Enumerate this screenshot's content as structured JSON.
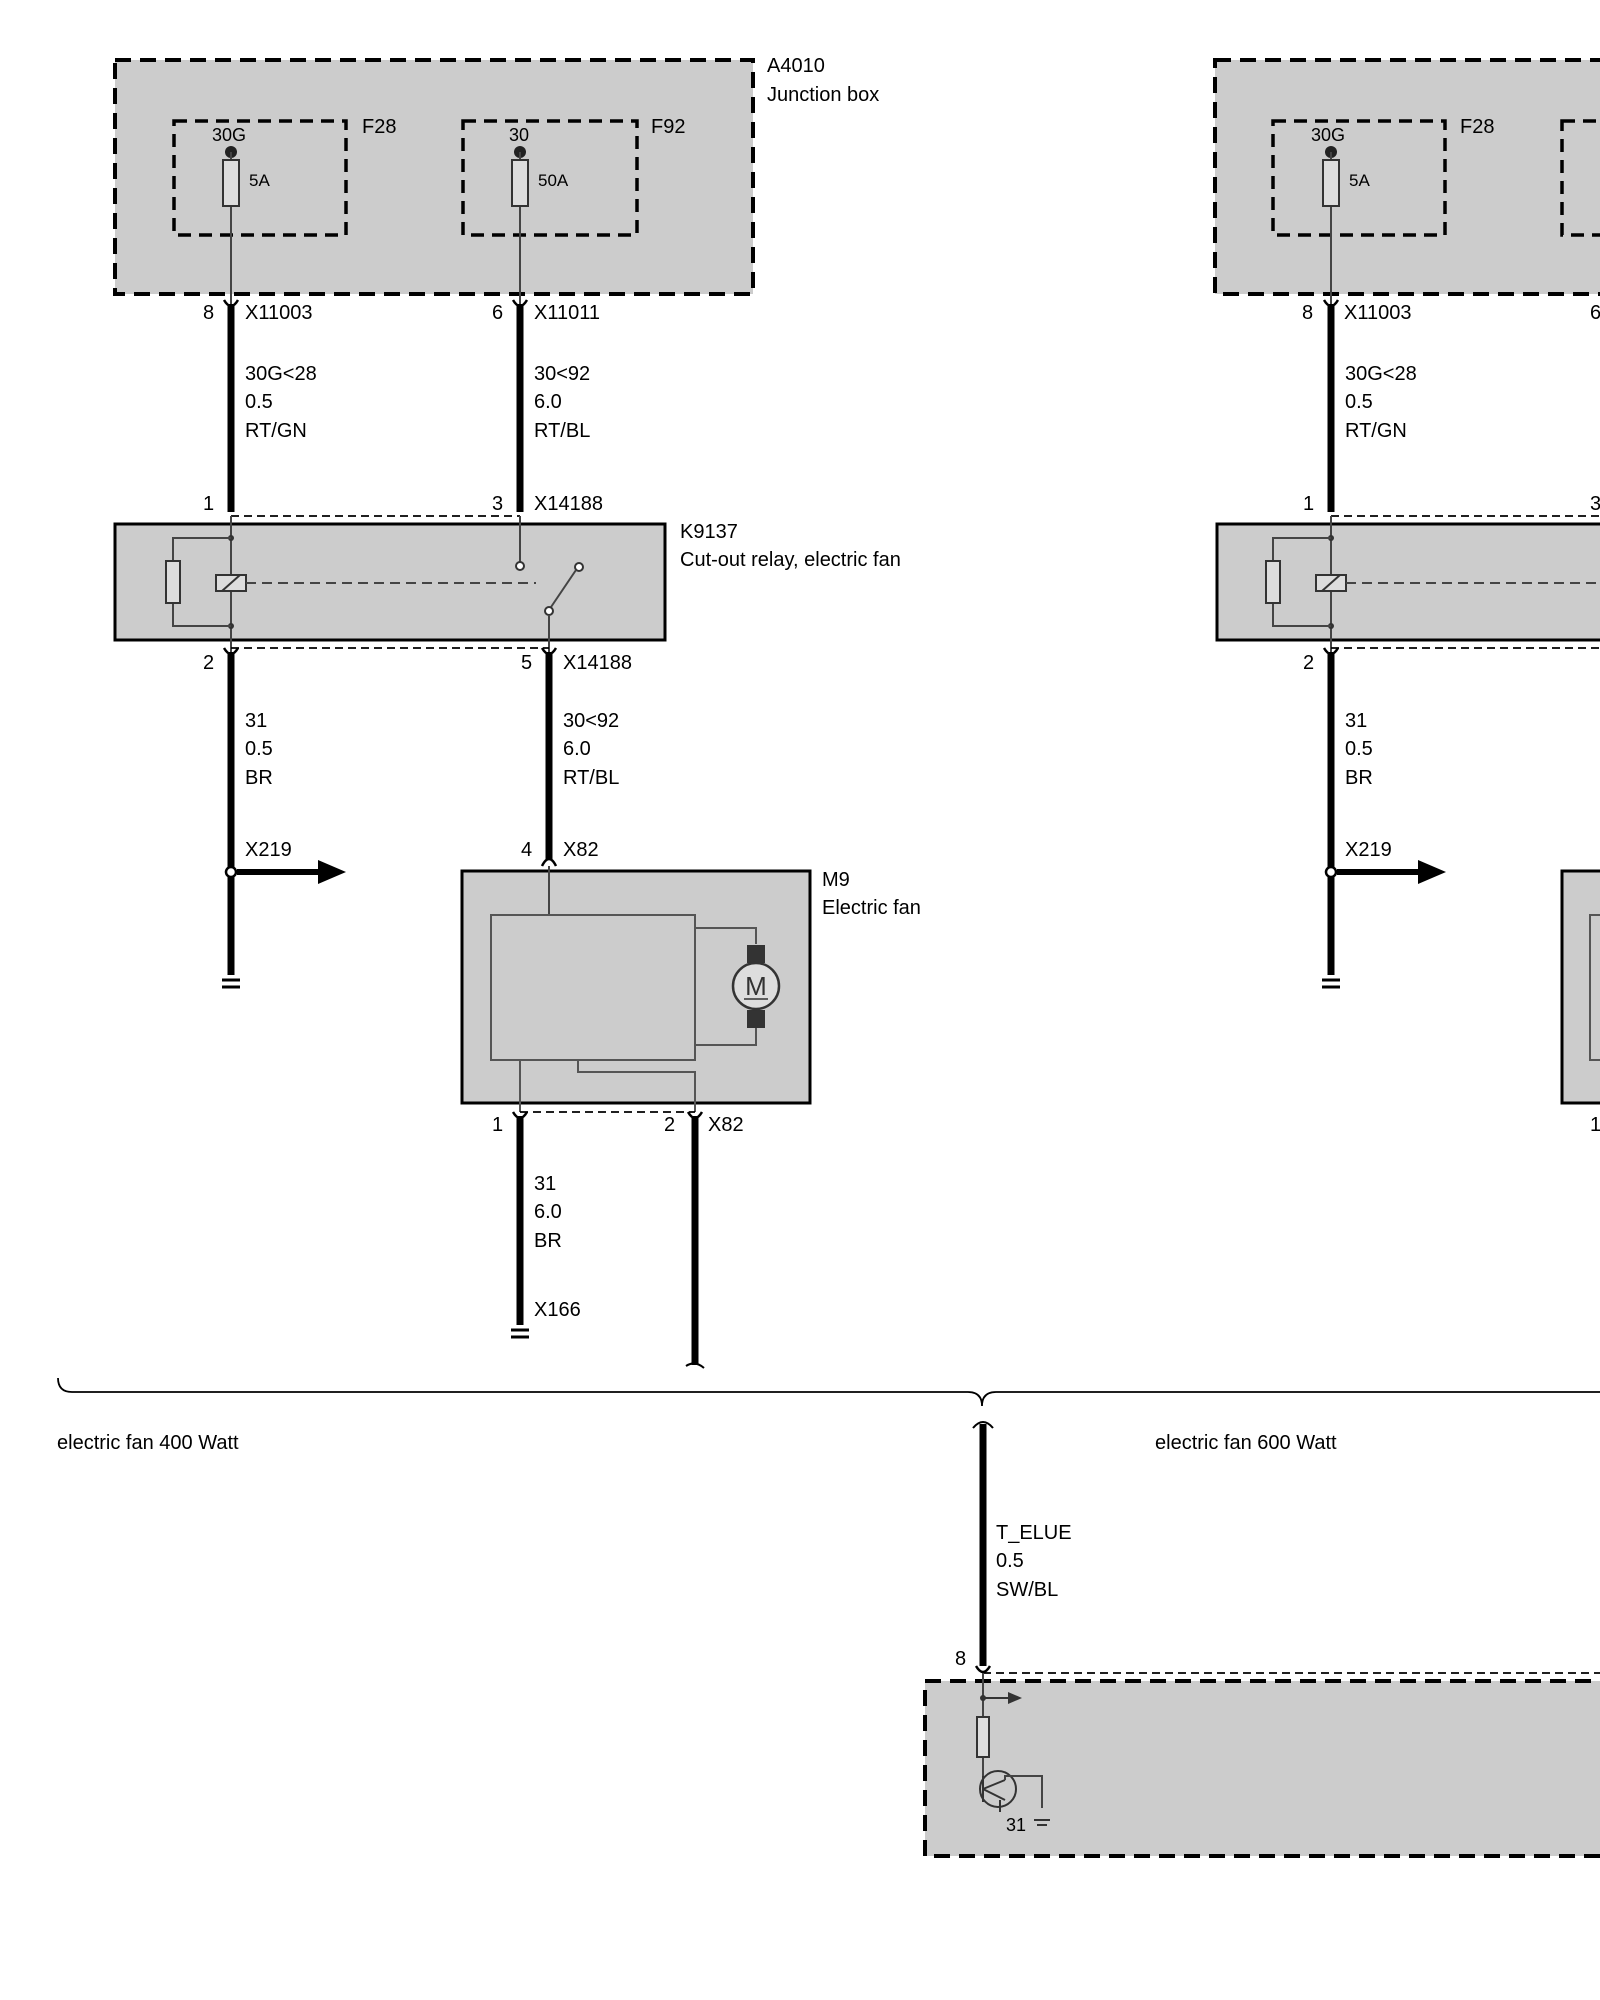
{
  "junction_box": {
    "id": "A4010",
    "name": "Junction box"
  },
  "fuses": {
    "f28": {
      "id": "F28",
      "terminal": "30G",
      "rating": "5A"
    },
    "f92": {
      "id": "F92",
      "terminal": "30",
      "rating": "50A"
    }
  },
  "connectors": {
    "x11003": {
      "pin": "8",
      "id": "X11003"
    },
    "x11011": {
      "pin": "6",
      "id": "X11011"
    },
    "x14188_in1": {
      "pin": "1"
    },
    "x14188_in3": {
      "pin": "3",
      "id": "X14188"
    },
    "x14188_out2": {
      "pin": "2"
    },
    "x14188_out5": {
      "pin": "5",
      "id": "X14188"
    },
    "x82_in": {
      "pin": "4",
      "id": "X82"
    },
    "x82_out1": {
      "pin": "1"
    },
    "x82_out2": {
      "pin": "2",
      "id": "X82"
    },
    "x219": {
      "id": "X219"
    },
    "x166": {
      "id": "X166"
    },
    "ecu_pin": {
      "pin": "8"
    }
  },
  "wires": {
    "w_28": {
      "signal": "30G<28",
      "size": "0.5",
      "color": "RT/GN"
    },
    "w_92a": {
      "signal": "30<92",
      "size": "6.0",
      "color": "RT/BL"
    },
    "w_31a": {
      "signal": "31",
      "size": "0.5",
      "color": "BR"
    },
    "w_92b": {
      "signal": "30<92",
      "size": "6.0",
      "color": "RT/BL"
    },
    "w_31b": {
      "signal": "31",
      "size": "6.0",
      "color": "BR"
    },
    "w_elue": {
      "signal": "T_ELUE",
      "size": "0.5",
      "color": "SW/BL"
    }
  },
  "relay": {
    "id": "K9137",
    "name": "Cut-out relay, electric fan"
  },
  "fan": {
    "id": "M9",
    "name": "Electric fan",
    "symbol": "M"
  },
  "variants": {
    "left": "electric fan 400 Watt",
    "right": "electric fan 600 Watt"
  },
  "ecu": {
    "ground_label": "31"
  },
  "icons": [
    "fuse-icon",
    "relay-coil-icon",
    "switch-contact-icon",
    "motor-icon",
    "ground-icon",
    "arrow-icon",
    "transistor-icon",
    "resistor-icon"
  ]
}
